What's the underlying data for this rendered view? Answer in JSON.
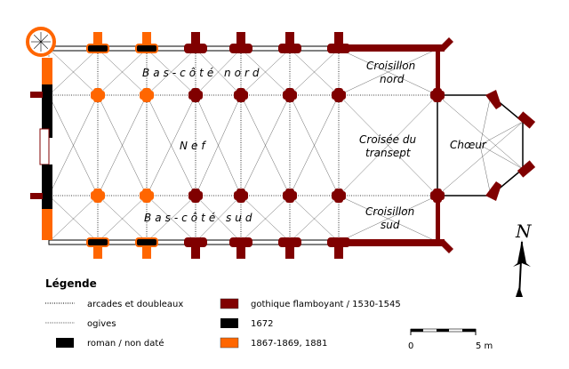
{
  "plan": {
    "labels": {
      "bas_cote_nord": "Bas-côté nord",
      "nef": "Nef",
      "bas_cote_sud": "Bas-côté sud",
      "croisillon_nord": [
        "Croisillon",
        "nord"
      ],
      "croisee": [
        "Croisée du",
        "transept"
      ],
      "choeur": "Chœur",
      "croisillon_sud": [
        "Croisillon",
        "sud"
      ]
    }
  },
  "north_arrow": {
    "letter": "N"
  },
  "legend": {
    "title": "Légende",
    "items": [
      {
        "label": "arcades et doubleaux",
        "swatch": "dotted-line"
      },
      {
        "label": "ogives",
        "swatch": "thin-dotted-line"
      },
      {
        "label": "roman / non daté",
        "swatch": "#000000"
      },
      {
        "label": "gothique flamboyant / 1530-1545",
        "swatch": "#800000"
      },
      {
        "label": "1672",
        "swatch": "#000000"
      },
      {
        "label": "1867-1869, 1881",
        "swatch": "#ff6600"
      }
    ]
  },
  "scale": {
    "start": "0",
    "end": "5 m"
  },
  "colors": {
    "gothic": "#800000",
    "modern": "#ff6600",
    "black": "#000000"
  }
}
